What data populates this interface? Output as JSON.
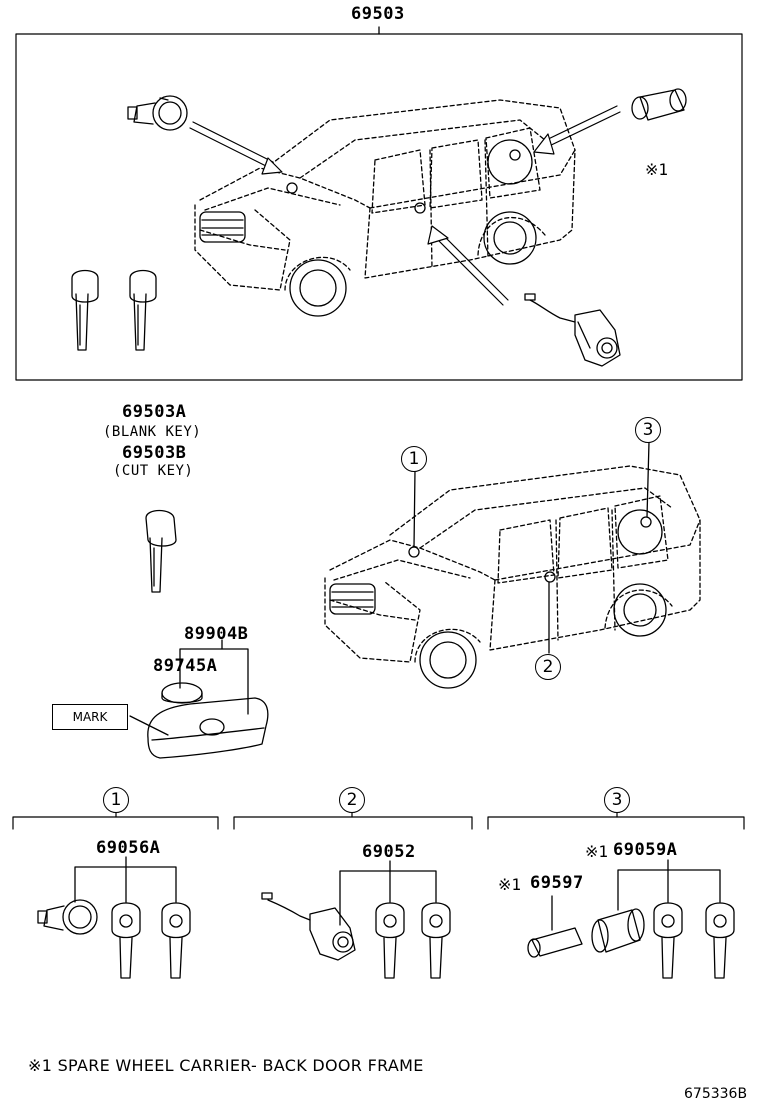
{
  "labels": {
    "top_part": "69503",
    "note_marker": "※1",
    "blank_key_part": "69503A",
    "blank_key_desc": "(BLANK KEY)",
    "cut_key_part": "69503B",
    "cut_key_desc": "(CUT KEY)",
    "transmitter_part": "89904B",
    "battery_part": "89745A",
    "mark_label": "MARK",
    "callout_1": "1",
    "callout_2": "2",
    "callout_3": "3",
    "group1_part": "69056A",
    "group2_part": "69052",
    "group3_prefix": "※1",
    "group3_part": "69059A",
    "group3b_prefix": "※1",
    "group3b_part": "69597",
    "footnote": "※1 SPARE WHEEL CARRIER- BACK DOOR FRAME",
    "diagram_ref": "675336B"
  }
}
